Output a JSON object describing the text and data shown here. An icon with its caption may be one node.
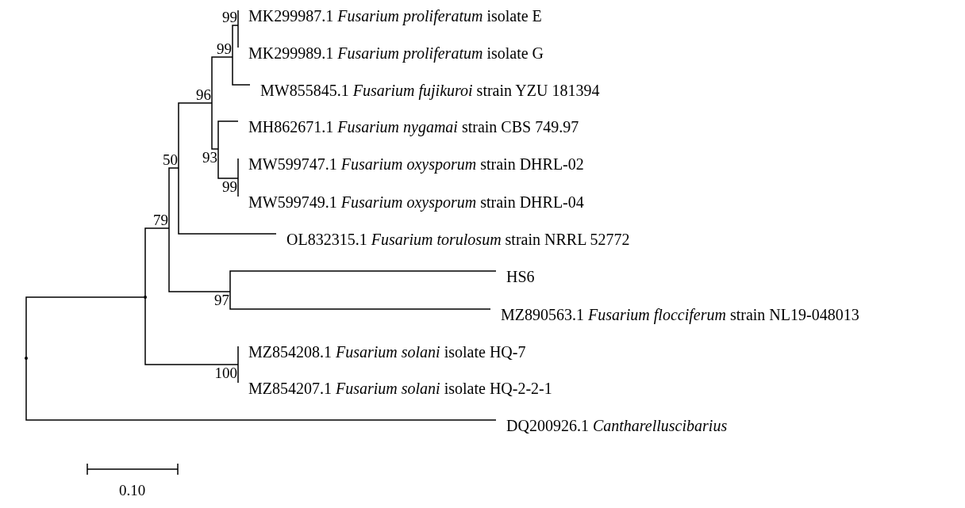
{
  "diagram": {
    "nodes": [
      {
        "text": [
          "99"
        ]
      },
      {
        "text": [
          "MK299987.1 *Fusarium proliferatum* isolate E"
        ]
      },
      {
        "text": [
          "99"
        ]
      },
      {
        "text": [
          "MK299989.1 *Fusarium proliferatum* isolate G"
        ]
      },
      {
        "text": [
          "MW855845.1 *Fusarium fujikuroi* strain YZU 181394"
        ]
      },
      {
        "text": [
          "96"
        ]
      },
      {
        "text": [
          "MH862671.1 *Fusarium nygamai* strain CBS 749.97"
        ]
      },
      {
        "text": [
          "50"
        ]
      },
      {
        "text": [
          "93"
        ]
      },
      {
        "text": [
          "MW599747.1 *Fusarium oxysporum* strain DHRL-02"
        ]
      },
      {
        "text": [
          "99"
        ]
      },
      {
        "text": [
          "MW599749.1 *Fusarium oxysporum* strain DHRL-04"
        ]
      },
      {
        "text": [
          "79"
        ]
      },
      {
        "text": [
          "OL832315.1 *Fusarium torulosum* strain NRRL 52772"
        ]
      },
      {
        "text": [],
        "shape": "point"
      },
      {
        "text": [
          "HS6"
        ]
      },
      {
        "text": [
          "97"
        ]
      },
      {
        "text": [
          "MZ890563.1 *Fusarium flocciferum* strain NL19-048013"
        ]
      },
      {
        "text": [],
        "shape": "point"
      },
      {
        "text": [
          "MZ854208.1 *Fusarium solani* isolate HQ-7"
        ]
      },
      {
        "text": [
          "100"
        ]
      },
      {
        "text": [
          "MZ854207.1 *Fusarium solani* isolate HQ-2-2-1"
        ]
      },
      {
        "text": [
          "DQ200926.1 *Cantharelluscibarius*"
        ]
      }
    ],
    "edges": [
      {
        "from": 18,
        "to": 14,
        "arrow": "none"
      },
      {
        "from": 18,
        "to": 22,
        "arrow": "none"
      },
      {
        "from": 14,
        "to": 12,
        "arrow": "none"
      },
      {
        "from": 14,
        "to": 20,
        "arrow": "none"
      },
      {
        "from": 12,
        "to": 7,
        "arrow": "none"
      },
      {
        "from": 12,
        "to": 16,
        "arrow": "none"
      },
      {
        "from": 7,
        "to": 5,
        "arrow": "none"
      },
      {
        "from": 7,
        "to": 13,
        "arrow": "none"
      },
      {
        "from": 5,
        "to": 2,
        "arrow": "none"
      },
      {
        "from": 5,
        "to": 8,
        "arrow": "none"
      },
      {
        "from": 2,
        "to": 0,
        "arrow": "none"
      },
      {
        "from": 2,
        "to": 4,
        "arrow": "none"
      },
      {
        "from": 0,
        "to": 1,
        "arrow": "none"
      },
      {
        "from": 0,
        "to": 3,
        "arrow": "none"
      },
      {
        "from": 8,
        "to": 6,
        "arrow": "none"
      },
      {
        "from": 8,
        "to": 10,
        "arrow": "none"
      },
      {
        "from": 10,
        "to": 9,
        "arrow": "none"
      },
      {
        "from": 10,
        "to": 11,
        "arrow": "none"
      },
      {
        "from": 16,
        "to": 15,
        "arrow": "none"
      },
      {
        "from": 16,
        "to": 17,
        "arrow": "none"
      },
      {
        "from": 20,
        "to": 19,
        "arrow": "none"
      },
      {
        "from": 20,
        "to": 21,
        "arrow": "none"
      }
    ],
    "labels": [
      "0.10"
    ]
  }
}
